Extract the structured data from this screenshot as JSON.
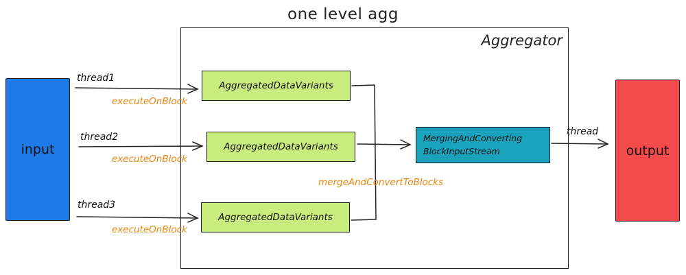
{
  "title": "one level agg",
  "aggregator_label": "Aggregator",
  "input_label": "input",
  "output_label": "output",
  "threads": [
    {
      "label": "thread1",
      "call": "executeOnBlock",
      "node": "AggregatedDataVariants"
    },
    {
      "label": "thread2",
      "call": "executeOnBlock",
      "node": "AggregatedDataVariants"
    },
    {
      "label": "thread3",
      "call": "executeOnBlock",
      "node": "AggregatedDataVariants"
    }
  ],
  "merge": {
    "line1": "MergingAndConverting",
    "line2": "BlockInputStream",
    "call": "mergeAndConvertToBlocks"
  },
  "output_thread_label": "thread",
  "colors": {
    "input": "#1e7ae6",
    "output": "#f34b4b",
    "aggregated": "#c8ec7d",
    "merging": "#1aa3bd",
    "call_label": "#e8850e"
  }
}
